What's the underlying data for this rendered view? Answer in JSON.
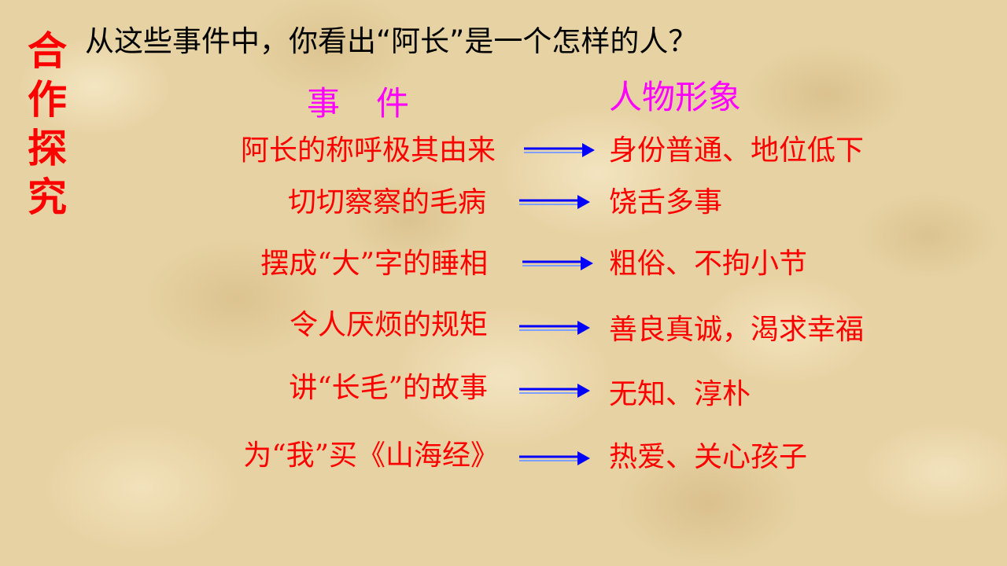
{
  "slide": {
    "side_title": [
      "合",
      "作",
      "探",
      "究"
    ],
    "question": "从这些事件中，你看出“阿长”是一个怎样的人？",
    "headers": {
      "events": "事　件",
      "traits": "人物形象"
    },
    "rows": [
      {
        "event": "阿长的称呼极其由来",
        "trait": "身份普通、地位低下"
      },
      {
        "event": "切切察察的毛病",
        "trait": "饶舌多事"
      },
      {
        "event": "摆成“大”字的睡相",
        "trait": "粗俗、不拘小节"
      },
      {
        "event": "令人厌烦的规矩",
        "trait": "善良真诚，渴求幸福"
      },
      {
        "event": "讲“长毛”的故事",
        "trait": "无知、淳朴"
      },
      {
        "event": "为“我”买《山海经》",
        "trait": "热爱、关心孩子"
      }
    ],
    "colors": {
      "title_red": "#ff0000",
      "header_magenta": "#ff00ff",
      "arrow_blue": "#0000ff",
      "question_black": "#000000"
    }
  }
}
